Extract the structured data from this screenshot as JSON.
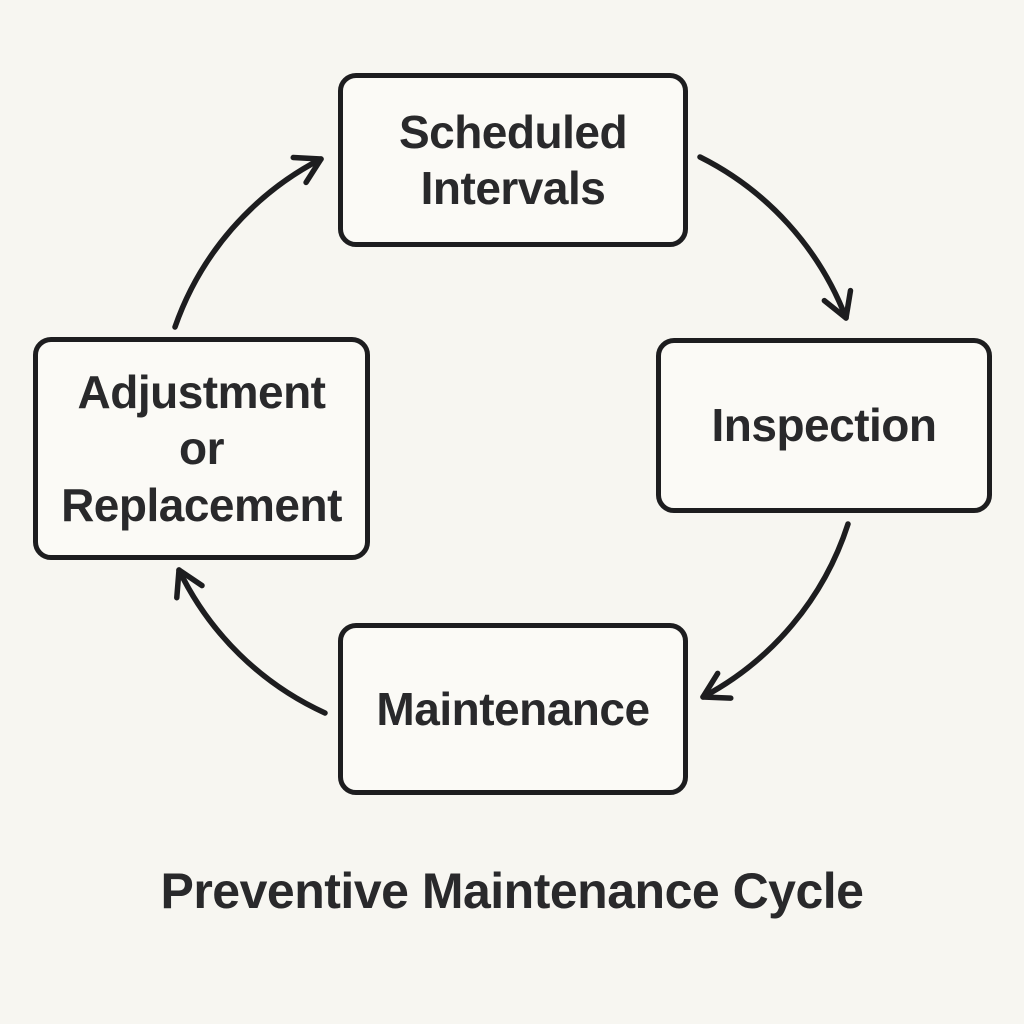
{
  "title": "Preventive Maintenance Cycle",
  "diagram": {
    "type": "cycle",
    "direction": "clockwise",
    "nodes": [
      {
        "id": "scheduled-intervals",
        "label": "Scheduled\nIntervals",
        "position": "top"
      },
      {
        "id": "inspection",
        "label": "Inspection",
        "position": "right"
      },
      {
        "id": "maintenance",
        "label": "Maintenance",
        "position": "bottom"
      },
      {
        "id": "adjustment-or-replacement",
        "label": "Adjustment\nor\nReplacement",
        "position": "left"
      }
    ],
    "edges": [
      {
        "from": "scheduled-intervals",
        "to": "inspection"
      },
      {
        "from": "inspection",
        "to": "maintenance"
      },
      {
        "from": "maintenance",
        "to": "adjustment-or-replacement"
      },
      {
        "from": "adjustment-or-replacement",
        "to": "scheduled-intervals"
      }
    ],
    "colors": {
      "background": "#f7f6f1",
      "node_fill": "#fbfaf6",
      "stroke": "#1d1d1f",
      "text": "#29292b"
    }
  }
}
